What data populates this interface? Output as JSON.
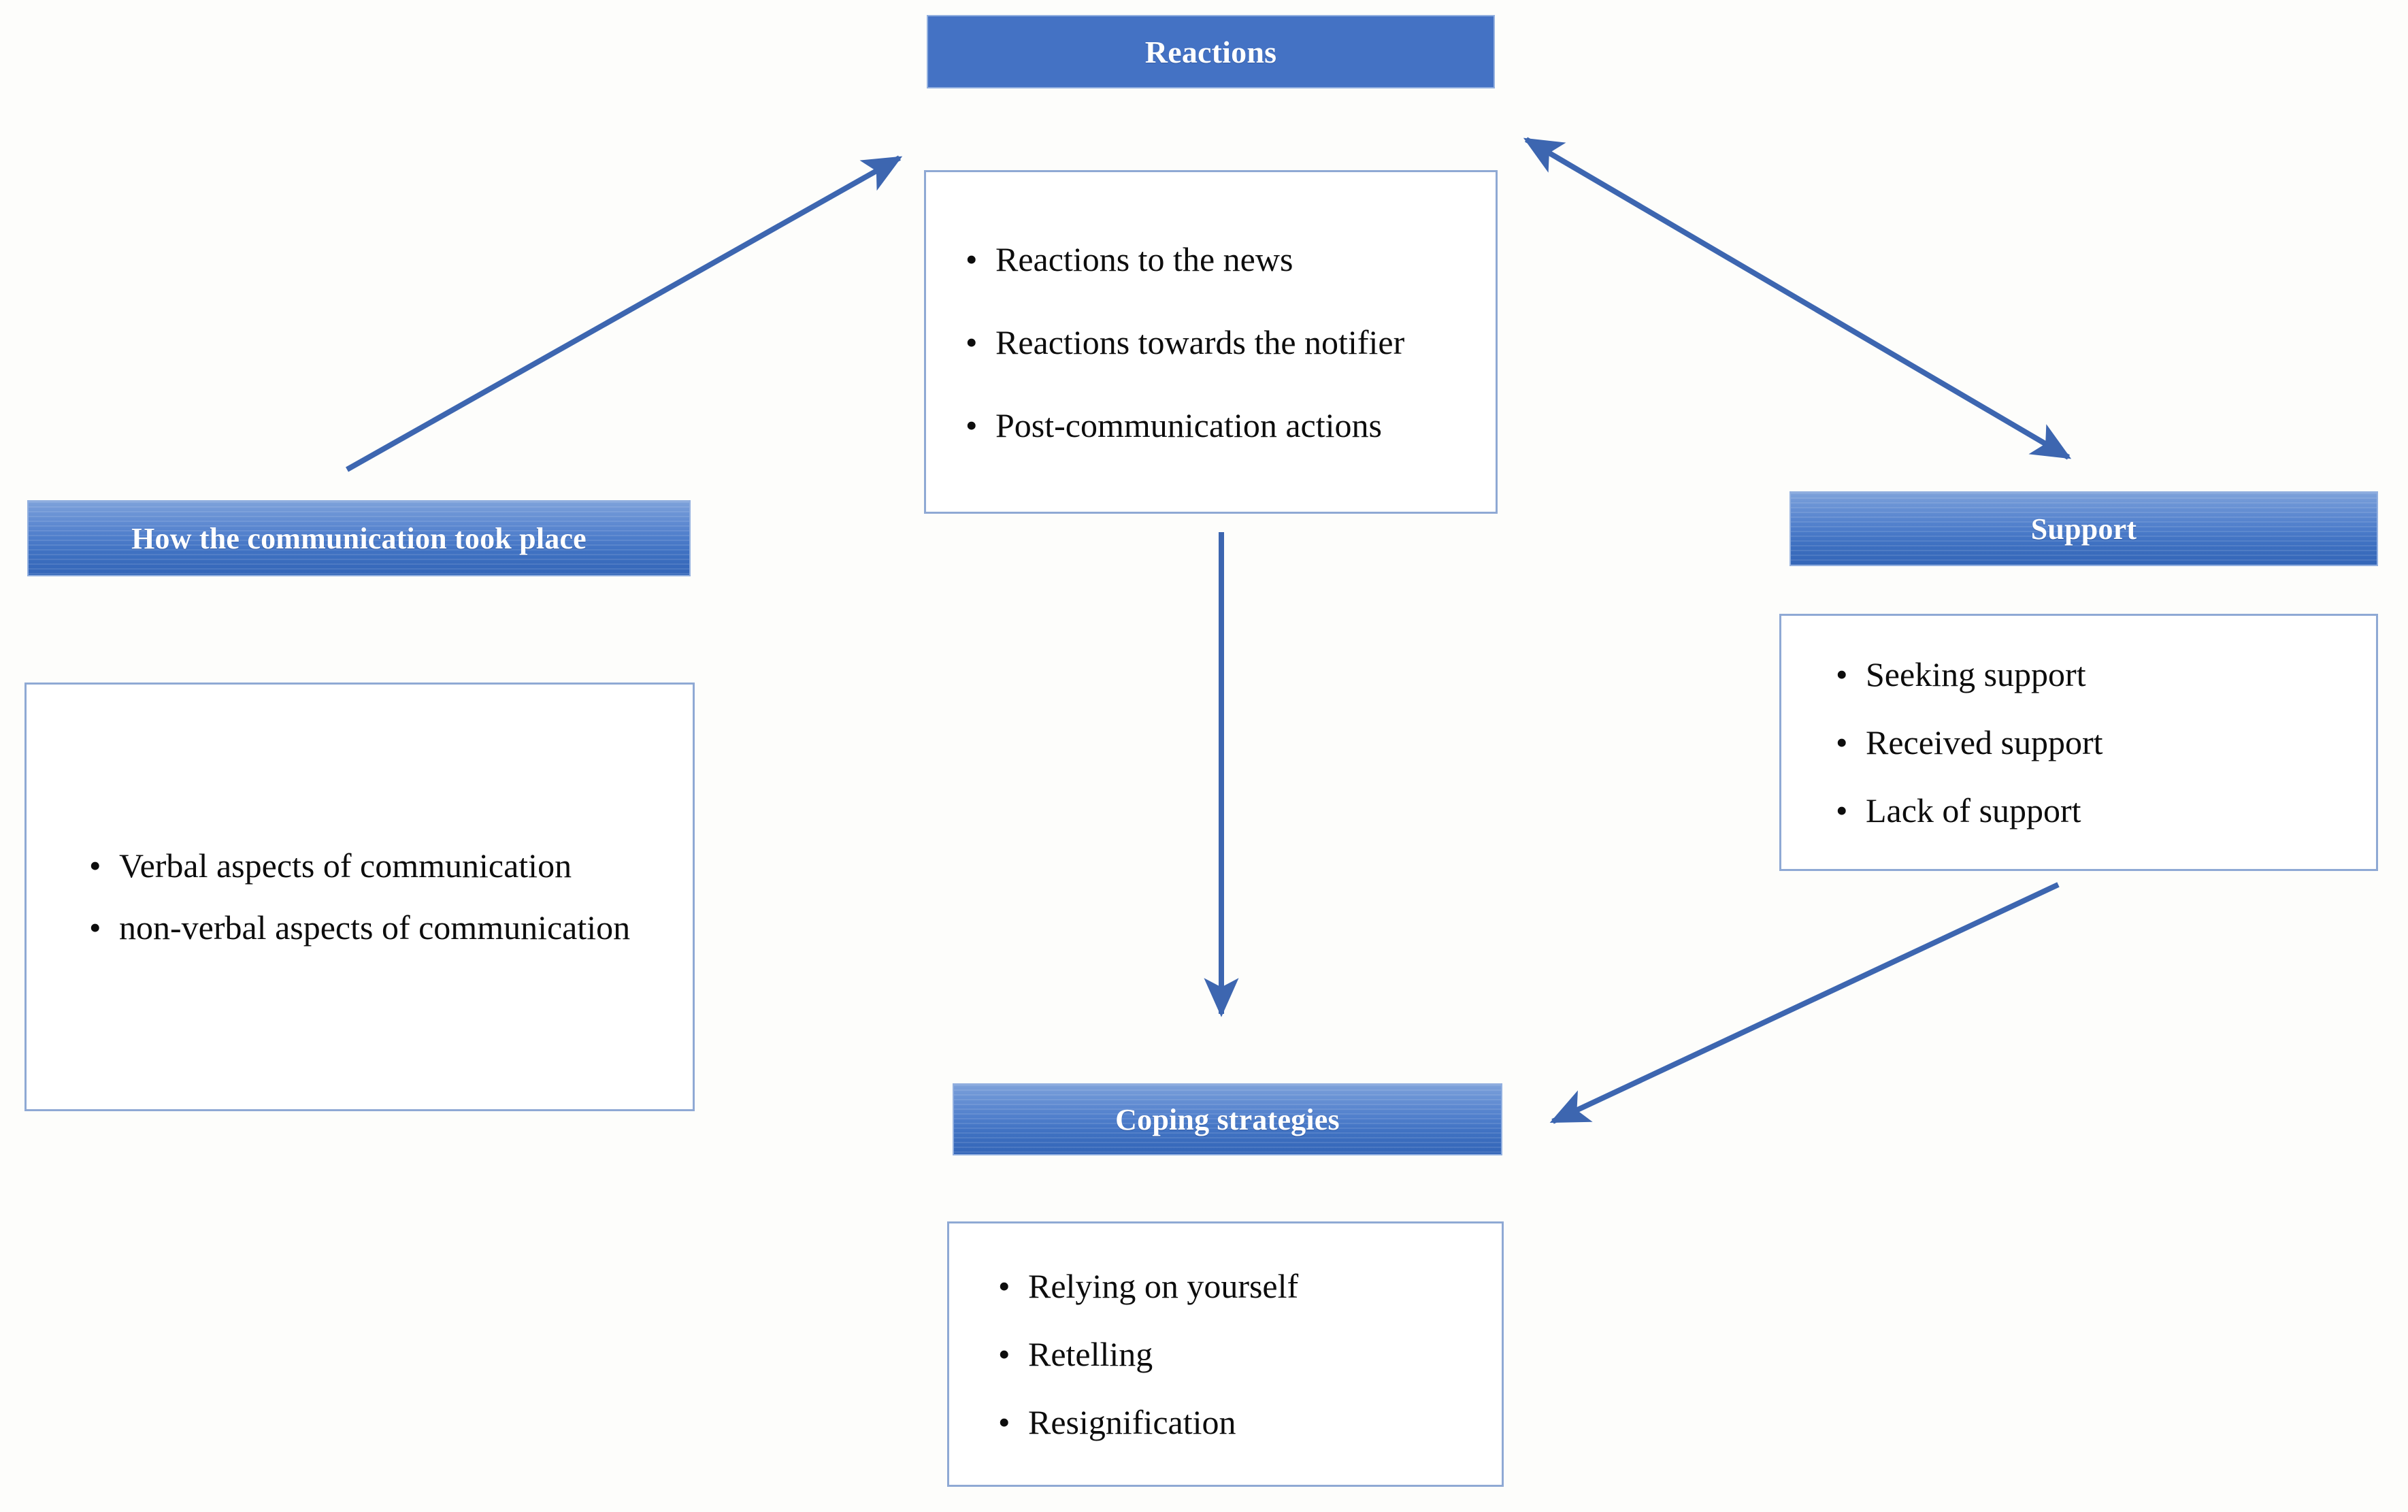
{
  "diagram": {
    "title": "",
    "colors": {
      "header_solid": "#4472c4",
      "header_gradient_top": "#7ea2da",
      "header_gradient_bottom": "#3466b8",
      "box_border": "#8fa9d4",
      "arrow": "#3d66b0",
      "header_text": "#ffffff",
      "body_text": "#0d0d0d",
      "background": "#fdfdfb"
    },
    "nodes": {
      "reactions": {
        "title": "Reactions",
        "bullets": [
          "Reactions to the news",
          "Reactions towards the notifier",
          "Post-communication actions"
        ]
      },
      "communication": {
        "title": "How the communication took place",
        "bullets": [
          "Verbal aspects of communication",
          "non-verbal aspects of communication"
        ]
      },
      "support": {
        "title": "Support",
        "bullets": [
          "Seeking support",
          "Received support",
          "Lack of support"
        ]
      },
      "coping": {
        "title": "Coping strategies",
        "bullets": [
          "Relying on yourself",
          "Retelling",
          "Resignification"
        ]
      }
    },
    "connectors": [
      {
        "name": "communication-to-reactions",
        "from": "communication",
        "to": "reactions",
        "heads": "single",
        "direction": "up-right"
      },
      {
        "name": "reactions-to-support",
        "from": "reactions",
        "to": "support",
        "heads": "double",
        "direction": "down-right"
      },
      {
        "name": "reactions-to-coping",
        "from": "reactions",
        "to": "coping",
        "heads": "single",
        "direction": "down"
      },
      {
        "name": "support-to-coping",
        "from": "support",
        "to": "coping",
        "heads": "single",
        "direction": "down-left"
      }
    ],
    "bullet_glyph": "•"
  }
}
